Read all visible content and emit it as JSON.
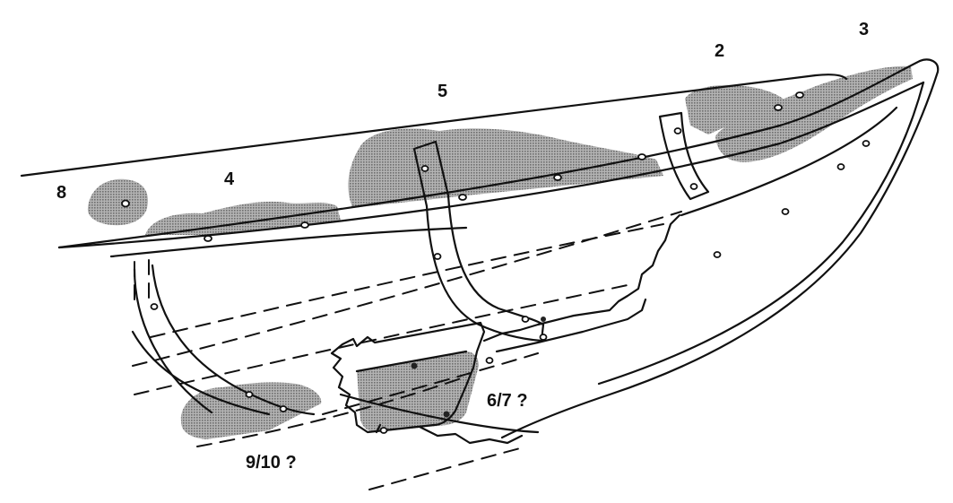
{
  "diagram": {
    "labels": {
      "two": "2",
      "three": "3",
      "five": "5",
      "four": "4",
      "eight": "8",
      "six_seven": "6/7 ?",
      "nine_ten": "9/10 ?"
    },
    "colors": {
      "line": "#111111",
      "shade": "#9a9a9a",
      "background": "#ffffff"
    }
  }
}
